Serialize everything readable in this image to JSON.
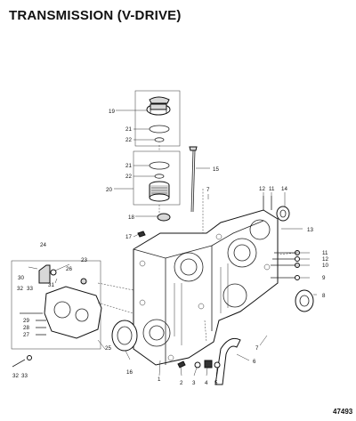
{
  "title": "TRANSMISSION (V-DRIVE)",
  "figure_number": "47493",
  "callouts": {
    "c1": "1",
    "c2": "2",
    "c3": "3",
    "c4": "4",
    "c5": "5",
    "c6": "6",
    "c7a": "7",
    "c7b": "7",
    "c8": "8",
    "c9": "9",
    "c10": "10",
    "c11a": "11",
    "c11b": "11",
    "c12a": "12",
    "c12b": "12",
    "c13": "13",
    "c14": "14",
    "c15": "15",
    "c16": "16",
    "c17": "17",
    "c18": "18",
    "c19": "19",
    "c20": "20",
    "c21a": "21",
    "c21b": "21",
    "c22a": "22",
    "c22b": "22",
    "c23": "23",
    "c24": "24",
    "c25": "25",
    "c26": "26",
    "c27": "27",
    "c28": "28",
    "c29": "29",
    "c30": "30",
    "c31": "31",
    "c32a": "32",
    "c32b": "32",
    "c33a": "33",
    "c33b": "33"
  }
}
